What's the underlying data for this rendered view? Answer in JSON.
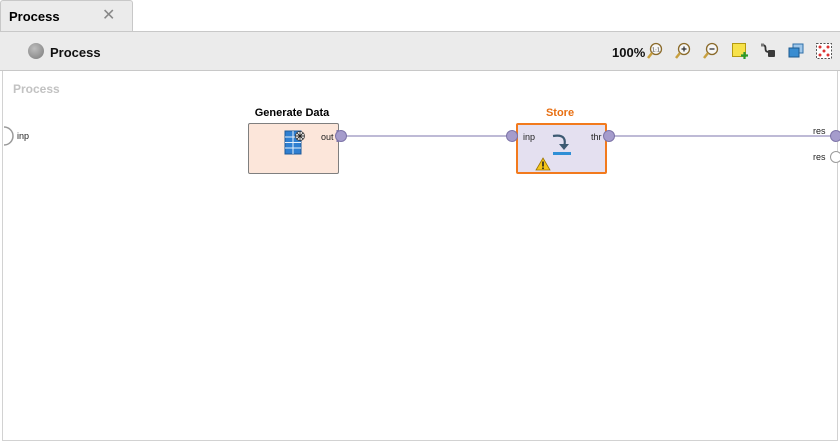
{
  "tab": {
    "label": "Process",
    "close_glyph": "✕"
  },
  "toolbar": {
    "breadcrumb": "Process",
    "zoom": "100%",
    "buttons": [
      "zoom-fit-icon",
      "zoom-in-icon",
      "zoom-out-icon",
      "add-note-icon",
      "auto-wire-icon",
      "layers-icon",
      "arrange-icon"
    ]
  },
  "canvas": {
    "title": "Process",
    "left_port": "inp",
    "right_ports": [
      "res",
      "res"
    ],
    "operators": [
      {
        "name": "Generate Data",
        "out_port": "out",
        "title_color": "#000000"
      },
      {
        "name": "Store",
        "in_port": "inp",
        "out_port": "thr",
        "title_color": "#e86f12",
        "warning": true
      }
    ]
  },
  "colors": {
    "accent": "#f27a1d",
    "port": "#a59ccc",
    "wire": "#a9a3c9"
  }
}
